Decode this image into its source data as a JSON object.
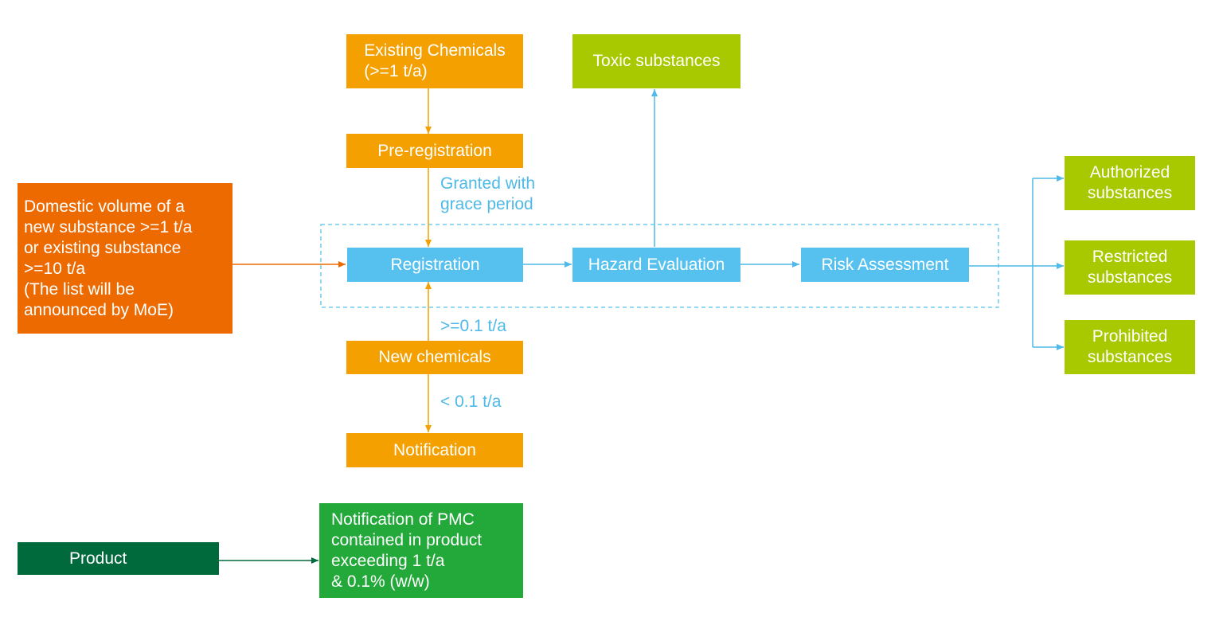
{
  "colors": {
    "orange": "#f3a000",
    "dark_orange": "#ec6a00",
    "blue": "#56c1ef",
    "lime": "#a8c800",
    "green": "#22a93a",
    "dark_green": "#006a3c",
    "arrow_orange": "#f3a000",
    "arrow_blue": "#4fb9e8",
    "arrow_dark_orange": "#ec6a00",
    "arrow_dark_green": "#006a3c"
  },
  "nodes": {
    "existing_chemicals": "Existing Chemicals\n (>=1 t/a)",
    "pre_registration": "Pre-registration",
    "domestic_volume": "Domestic volume of a\nnew substance >=1 t/a\nor existing substance\n>=10 t/a\n(The list will be\nannounced by MoE)",
    "registration": "Registration",
    "hazard_evaluation": "Hazard Evaluation",
    "risk_assessment": "Risk Assessment",
    "toxic_substances": "Toxic substances",
    "authorized_substances": "Authorized\nsubstances",
    "restricted_substances": "Restricted\nsubstances",
    "prohibited_substances": "Prohibited\nsubstances",
    "new_chemicals": "New chemicals",
    "notification": "Notification",
    "product": "Product",
    "notification_pmc": "Notification of PMC\ncontained in product\nexceeding 1 t/a\n& 0.1% (w/w)"
  },
  "labels": {
    "granted": "Granted with\ngrace period",
    "ge_0_1": ">=0.1 t/a",
    "lt_0_1": "< 0.1 t/a"
  }
}
